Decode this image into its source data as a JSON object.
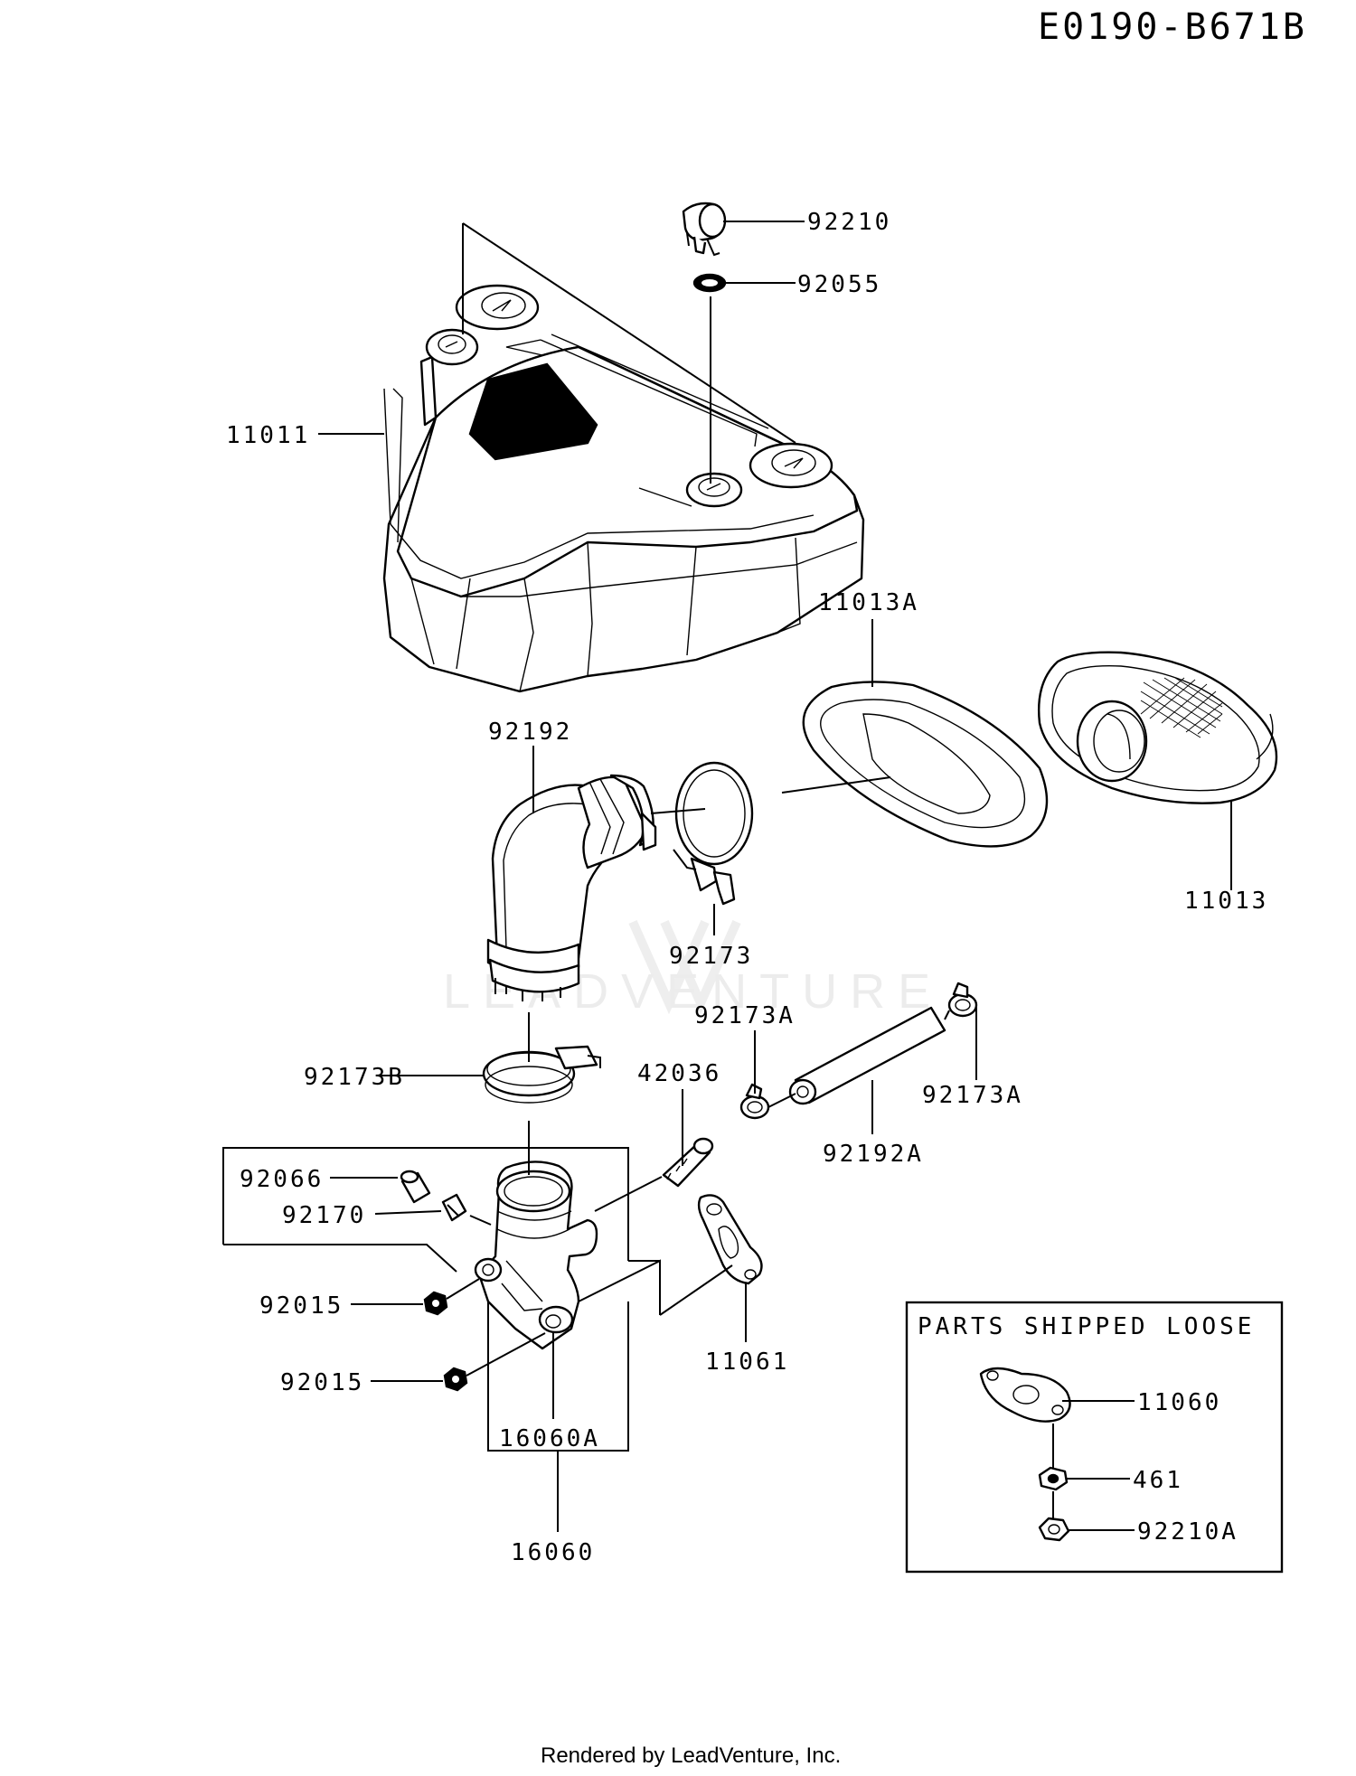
{
  "diagram_code": "E0190-B671B",
  "parts": {
    "p92210": "92210",
    "p92055": "92055",
    "p11011": "11011",
    "p11013A": "11013A",
    "p92192": "92192",
    "p11013": "11013",
    "p92173": "92173",
    "p92173A_top": "92173A",
    "p92173B": "92173B",
    "p42036": "42036",
    "p92173A_right": "92173A",
    "p92066": "92066",
    "p92170": "92170",
    "p92192A": "92192A",
    "p92015_a": "92015",
    "p92015_b": "92015",
    "p11061": "11061",
    "p16060A": "16060A",
    "p16060": "16060"
  },
  "loose_box": {
    "title": "PARTS SHIPPED LOOSE",
    "p11060": "11060",
    "p461": "461",
    "p92210A": "92210A"
  },
  "watermark": "LEADVENTURE",
  "footer": "Rendered by LeadVenture, Inc."
}
